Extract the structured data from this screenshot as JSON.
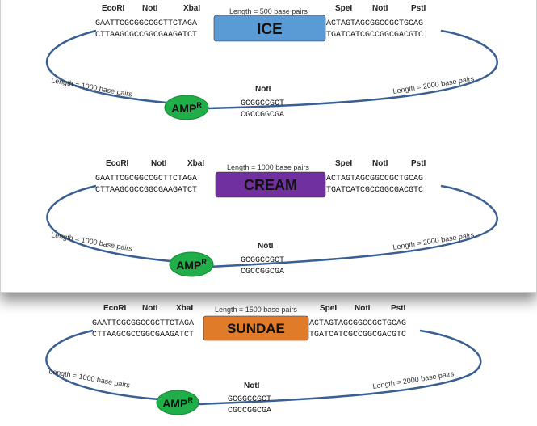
{
  "plasmids": [
    {
      "insert_name": "ICE",
      "insert_color": "#5b9bd5",
      "insert_length": "Length = 500 base pairs",
      "sites_left": [
        "EcoRI",
        "NotI",
        "XbaI"
      ],
      "sites_right": [
        "SpeI",
        "NotI",
        "PstI"
      ],
      "seq_left_top": "GAATTCGCGGCCGCTTCTAGA",
      "seq_left_bottom": "CTTAAGCGCCGGCGAAGATCT",
      "seq_right_top": "ACTAGTAGCGGCCGCTGCAG",
      "seq_right_bottom": "TGATCATCGCCGGCGACGTC",
      "backbone_left_length": "Length = 1000 base pairs",
      "backbone_right_length": "Length = 2000 base pairs",
      "notI_label": "NotI",
      "notI_seq_top": "GCGGCCGCT",
      "notI_seq_bottom": "CGCCGGCGA",
      "amp_main": "AMP",
      "amp_sup": "R"
    },
    {
      "insert_name": "CREAM",
      "insert_color": "#7030a0",
      "insert_length": "Length = 1000 base pairs",
      "sites_left": [
        "EcoRI",
        "NotI",
        "XbaI"
      ],
      "sites_right": [
        "SpeI",
        "NotI",
        "PstI"
      ],
      "seq_left_top": "GAATTCGCGGCCGCTTCTAGA",
      "seq_left_bottom": "CTTAAGCGCCGGCGAAGATCT",
      "seq_right_top": "ACTAGTAGCGGCCGCTGCAG",
      "seq_right_bottom": "TGATCATCGCCGGCGACGTC",
      "backbone_left_length": "Length = 1000 base pairs",
      "backbone_right_length": "Length = 2000 base pairs",
      "notI_label": "NotI",
      "notI_seq_top": "GCGGCCGCT",
      "notI_seq_bottom": "CGCCGGCGA",
      "amp_main": "AMP",
      "amp_sup": "R"
    },
    {
      "insert_name": "SUNDAE",
      "insert_color": "#e07b2a",
      "insert_length": "Length = 1500 base pairs",
      "sites_left": [
        "EcoRI",
        "NotI",
        "XbaI"
      ],
      "sites_right": [
        "SpeI",
        "NotI",
        "PstI"
      ],
      "seq_left_top": "GAATTCGCGGCCGCTTCTAGA",
      "seq_left_bottom": "CTTAAGCGCCGGCGAAGATCT",
      "seq_right_top": "ACTAGTAGCGGCCGCTGCAG",
      "seq_right_bottom": "TGATCATCGCCGGCGACGTC",
      "backbone_left_length": "Length = 1000 base pairs",
      "backbone_right_length": "Length = 2000 base pairs",
      "notI_label": "NotI",
      "notI_seq_top": "GCGGCCGCT",
      "notI_seq_bottom": "CGCCGGCGA",
      "amp_main": "AMP",
      "amp_sup": "R"
    }
  ],
  "colors": {
    "backbone": "#3a5f92",
    "amp_fill": "#1fae48",
    "amp_stroke": "#138a33"
  }
}
